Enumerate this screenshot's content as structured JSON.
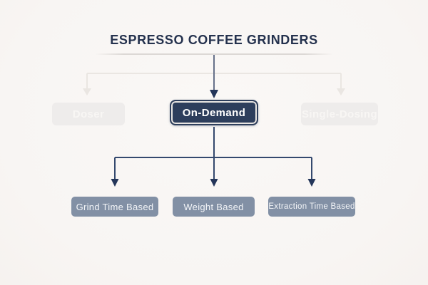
{
  "title": "ESPRESSO COFFEE GRINDERS",
  "nodes": {
    "level1": [
      {
        "label": "Doser",
        "state": "faded"
      },
      {
        "label": "On-Demand",
        "state": "selected"
      },
      {
        "label": "Single-Dosing",
        "state": "faded"
      }
    ],
    "level2": [
      {
        "label": "Grind Time Based"
      },
      {
        "label": "Weight Based"
      },
      {
        "label": "Extraction Time Based"
      }
    ]
  },
  "colors": {
    "background": "#f8f5f3",
    "backgroundLight": "#faf8f6",
    "backgroundDark": "#f6f2ef",
    "titleText": "#25324e",
    "divider": "#dcd8d5",
    "lineGray": "#66718a",
    "lineDark": "#34496e",
    "arrowDark": "#24365a",
    "faint": "#eae6e2",
    "selectedBg": "#2d3e5c",
    "selectedRing": "#e9e6e3",
    "selectedText": "#ffffff",
    "fadedBg": "#eeeceb",
    "fadedText": "#f8f6f4",
    "leafBg": "#8290a5",
    "leafText": "#f3f5f8"
  }
}
